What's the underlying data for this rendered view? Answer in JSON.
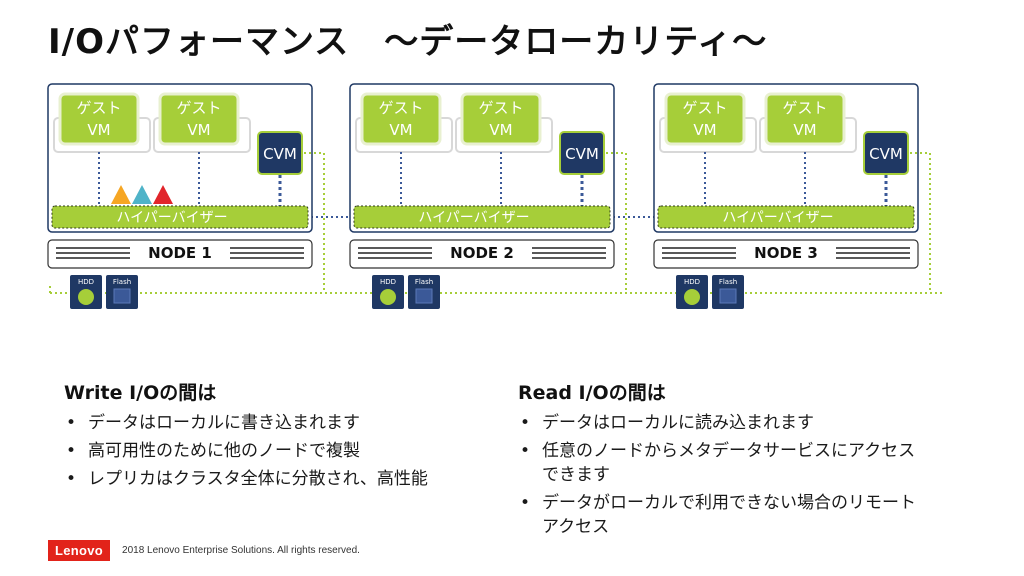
{
  "title": "I/Oパフォーマンス　～データローカリティ～",
  "diagram": {
    "guest_vm_label": [
      "ゲスト",
      "VM"
    ],
    "cvm_label": "CVM",
    "hypervisor_label": "ハイパーバイザー",
    "hdd_label": "HDD",
    "flash_label": "Flash",
    "nodes": [
      {
        "name": "NODE 1",
        "show_writes": true
      },
      {
        "name": "NODE 2",
        "show_writes": false
      },
      {
        "name": "NODE 3",
        "show_writes": false
      }
    ],
    "write_marker_colors": [
      "#f6a623",
      "#4fb3c8",
      "#e1252b"
    ],
    "colors": {
      "node_border": "#1f3864",
      "vm_fill": "#a6ce39",
      "cvm_fill": "#1f3864",
      "hypervisor_fill": "#a6ce39",
      "storage_link": "#a6ce39",
      "network_link": "#3b5998"
    }
  },
  "write_section": {
    "heading": "Write I/Oの間は",
    "items": [
      "データはローカルに書き込まれます",
      "高可用性のために他のノードで複製",
      "レプリカはクラスタ全体に分散され、高性能"
    ]
  },
  "read_section": {
    "heading": "Read I/Oの間は",
    "items": [
      "データはローカルに読み込まれます",
      "任意のノードからメタデータサービスにアクセス\nできます",
      "データがローカルで利用できない場合のリモート\nアクセス"
    ]
  },
  "footer": {
    "logo": "Lenovo",
    "copyright": "2018 Lenovo Enterprise Solutions. All rights reserved."
  }
}
